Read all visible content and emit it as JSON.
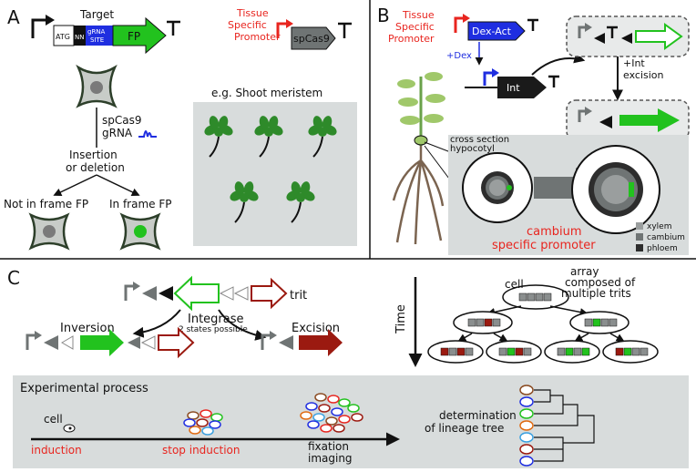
{
  "panels": {
    "a": "A",
    "b": "B",
    "c": "C"
  },
  "colors": {
    "red": "#e8251f",
    "green": "#22c21e",
    "blue": "#1f2ee0",
    "gray_box": "#d8dcdc",
    "dark": "#1a1a1a",
    "gray_part": "#6f7474",
    "dark_red": "#9b1a10"
  },
  "a": {
    "target": "Target",
    "atg": "ATG",
    "nn": "NN",
    "grna1": "gRNA",
    "grna2": "SITE",
    "fp": "FP",
    "tsp": [
      "Tissue",
      "Specific",
      "Promoter"
    ],
    "cas9": "spCas9",
    "reagents": [
      "spCas9",
      "gRNA"
    ],
    "outcome": [
      "Insertion",
      "or deletion"
    ],
    "not_in_frame": "Not in frame FP",
    "in_frame": "In frame FP",
    "meristem": "e.g. Shoot meristem"
  },
  "b": {
    "tsp": [
      "Tissue",
      "Specific",
      "Promoter"
    ],
    "dex_act": "Dex-Act",
    "dex": "+Dex",
    "int": "Int",
    "excision": [
      "+Int",
      "excision"
    ],
    "cross": [
      "cross section",
      "hypocotyl"
    ],
    "cambium": [
      "cambium",
      "specific promoter"
    ],
    "legend": [
      "xylem",
      "cambium",
      "phloem"
    ]
  },
  "c": {
    "trit": "trit",
    "integrase": "Integrase",
    "states": "2 states possible",
    "inversion": "Inversion",
    "excision": "Excision",
    "time": "Time",
    "cell": "cell",
    "array": [
      "array",
      "composed of",
      "multiple trits"
    ],
    "exp_title": "Experimental process",
    "cell2": "cell",
    "induction": "induction",
    "stop": "stop induction",
    "fixation": [
      "fixation",
      "imaging"
    ],
    "lineage": [
      "determination",
      "of lineage tree"
    ]
  }
}
